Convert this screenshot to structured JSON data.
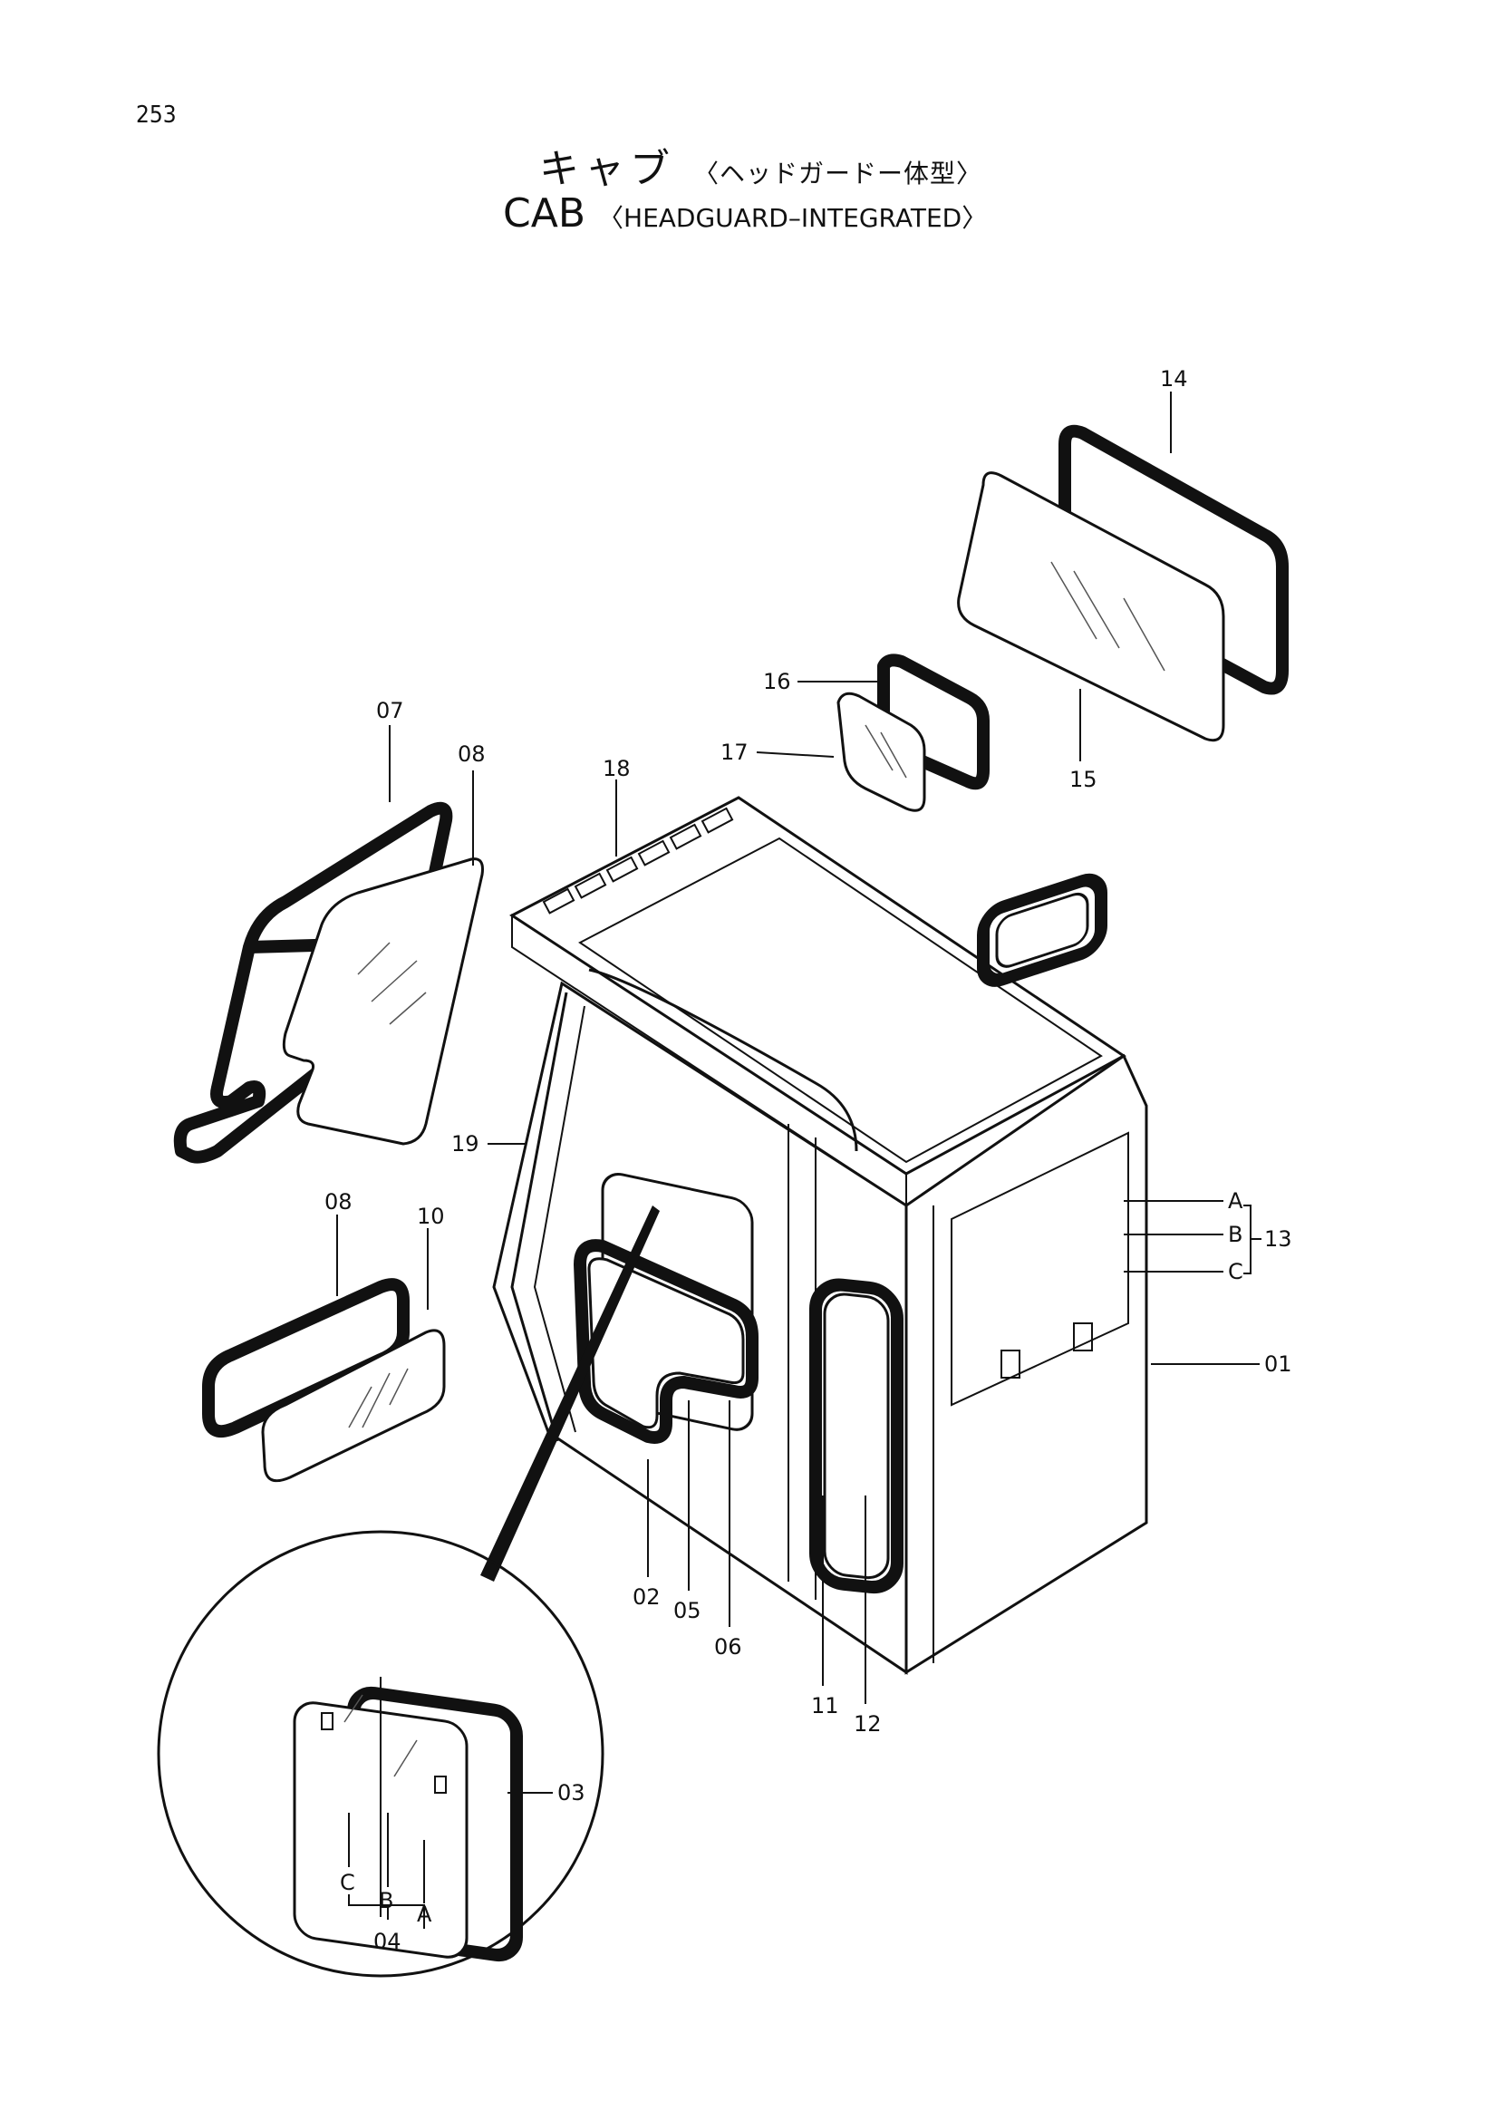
{
  "page_number": "253",
  "title": {
    "jp_main": "キャブ",
    "jp_sub": "〈ヘッドガードー体型〉",
    "en_main": "CAB",
    "en_sub": "〈HEADGUARD–INTEGRATED〉"
  },
  "callouts": {
    "p01": "01",
    "p02": "02",
    "p03": "03",
    "p04": "04",
    "p05": "05",
    "p06": "06",
    "p07": "07",
    "p08a": "08",
    "p08b": "08",
    "p10": "10",
    "p11": "11",
    "p12": "12",
    "p13": "13",
    "p14": "14",
    "p15": "15",
    "p16": "16",
    "p17": "17",
    "p18": "18",
    "p19": "19",
    "a13": "A",
    "b13": "B",
    "c13": "C",
    "a04": "A",
    "b04": "B",
    "c04": "C"
  }
}
